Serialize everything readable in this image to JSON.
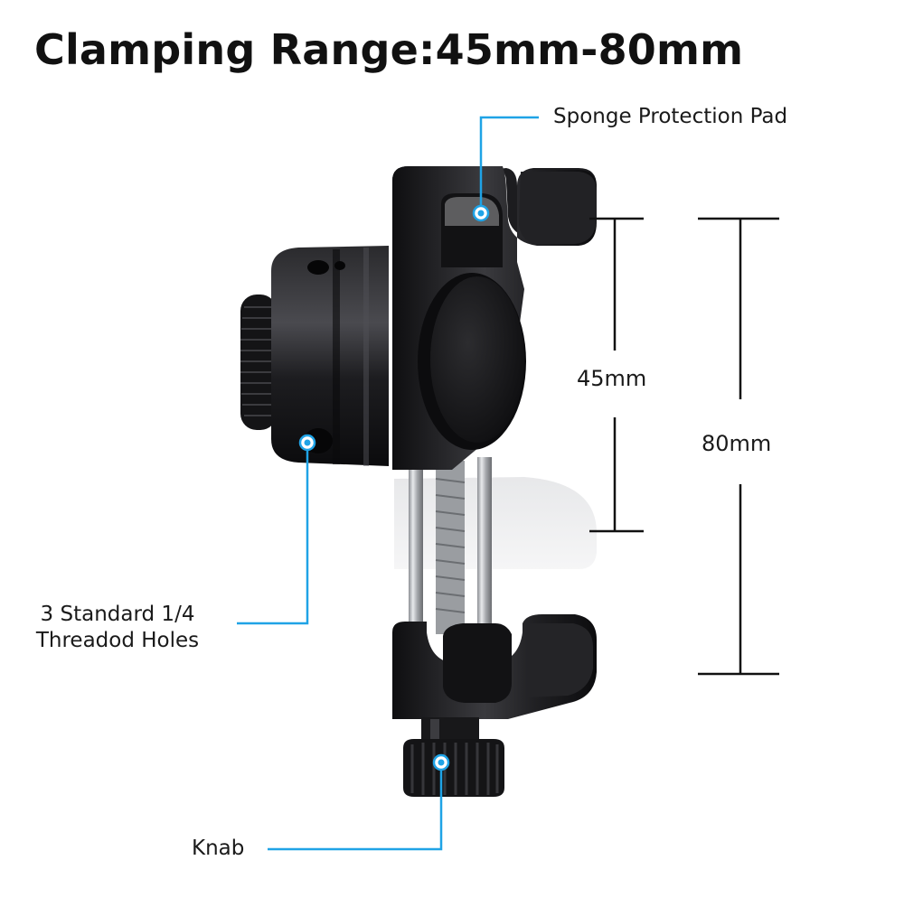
{
  "title": "Clamping Range:45mm-80mm",
  "callouts": {
    "sponge_pad": "Sponge Protection Pad",
    "holes_line1": "3 Standard 1/4",
    "holes_line2": "Threadod Holes",
    "knob": "Knab"
  },
  "dimensions": {
    "min": "45mm",
    "max": "80mm"
  },
  "colors": {
    "accent": "#1fa3e6",
    "product": "#1e1e20",
    "text": "#1a1a1a"
  }
}
